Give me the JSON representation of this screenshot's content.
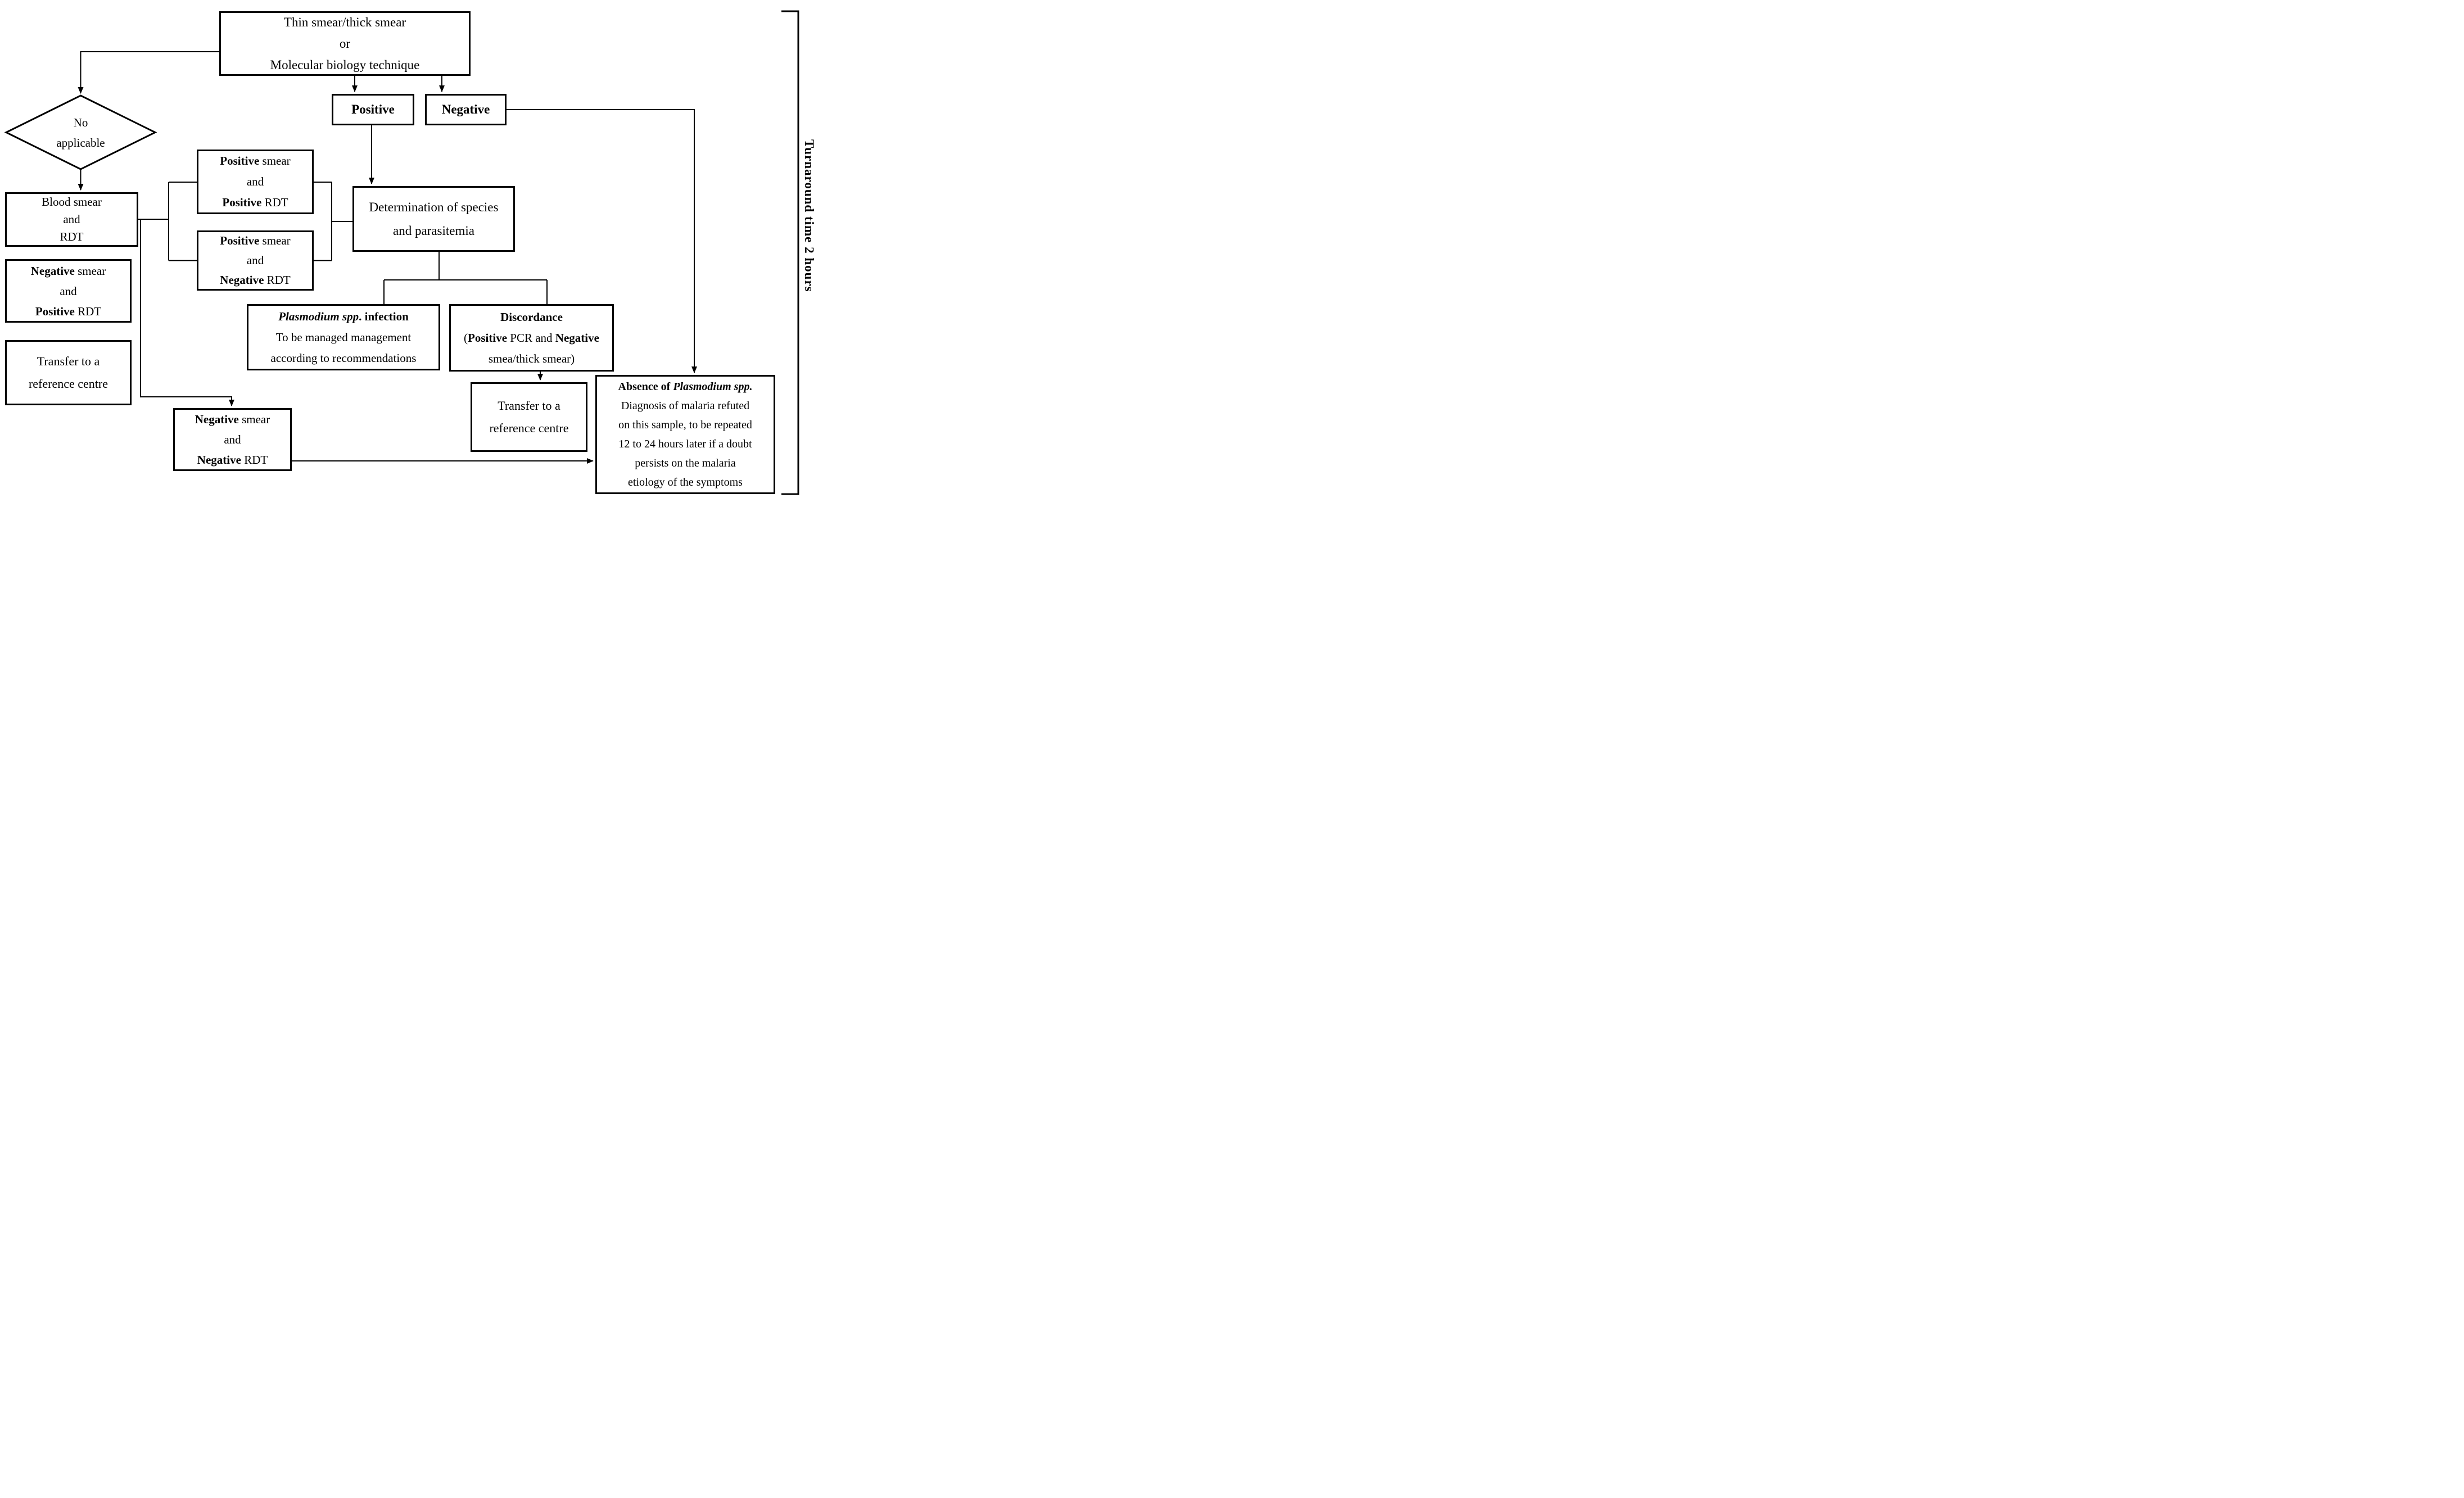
{
  "diagram": {
    "top_box": {
      "line1": "Thin smear/thick smear",
      "line2": "or",
      "line3": "Molecular biology technique"
    },
    "positive_box": {
      "label": "Positive"
    },
    "negative_box": {
      "label": "Negative"
    },
    "diamond": {
      "line1": "No",
      "line2": "applicable"
    },
    "blood_box": {
      "line1": "Blood smear",
      "line2": "and",
      "line3": "RDT"
    },
    "pos_pos_box": {
      "l1_bold": "Positive",
      "l1_rest": " smear",
      "l2": "and",
      "l3_bold": "Positive",
      "l3_rest": " RDT"
    },
    "pos_neg_box": {
      "l1_bold": "Positive",
      "l1_rest": " smear",
      "l2": "and",
      "l3_bold": "Negative",
      "l3_rest": " RDT"
    },
    "determination_box": {
      "line1": "Determination of species",
      "line2": "and parasitemia"
    },
    "neg_pos_box": {
      "l1_bold": "Negative",
      "l1_rest": " smear",
      "l2": "and",
      "l3_bold": "Positive",
      "l3_rest": " RDT"
    },
    "transfer_left_box": {
      "line1": "Transfer to a",
      "line2": "reference centre"
    },
    "plasmodium_box": {
      "l1_italic": "Plasmodium spp",
      "l1_bold": ". infection",
      "line2": "To be managed management",
      "line3": "according to recommendations"
    },
    "discordance_box": {
      "line1": "Discordance",
      "l2_pre": "(",
      "l2_bold1": "Positive",
      "l2_mid": " PCR and ",
      "l2_bold2": "Negative",
      "line3": "smea/thick smear)"
    },
    "transfer_mid_box": {
      "line1": "Transfer to a",
      "line2": "reference centre"
    },
    "neg_neg_box": {
      "l1_bold": "Negative",
      "l1_rest": " smear",
      "l2": "and",
      "l3_bold": "Negative",
      "l3_rest": " RDT"
    },
    "absence_box": {
      "l1_bold": "Absence of ",
      "l1_italic": "Plasmodium spp.",
      "line2": "Diagnosis of malaria refuted",
      "line3": "on this sample, to be repeated",
      "line4": "12 to 24 hours later if a doubt",
      "line5": "persists on the malaria",
      "line6": "etiology of the symptoms"
    },
    "side_label": {
      "text": "Turnaround time 2 hours"
    },
    "colors": {
      "line": "#000000",
      "background": "#ffffff"
    }
  }
}
